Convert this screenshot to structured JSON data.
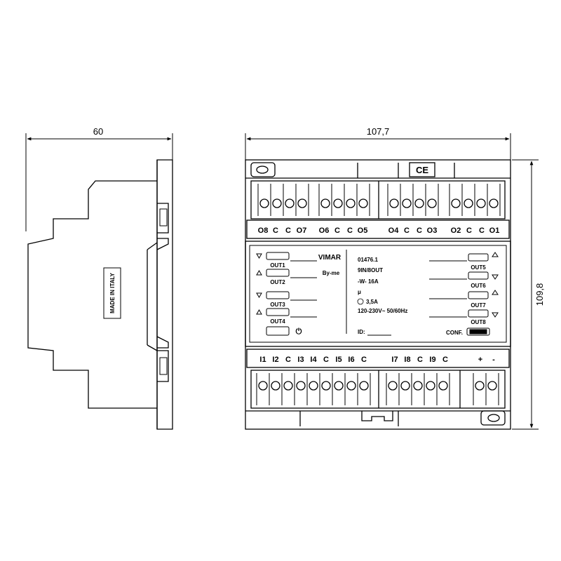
{
  "dimensions": {
    "side_width": "60",
    "front_width": "107,7",
    "front_height": "109,8"
  },
  "side_view": {
    "made_in_label": "MADE IN ITALY"
  },
  "top_terminal_labels": [
    "O8",
    "C",
    "C",
    "O7",
    "O6",
    "C",
    "C",
    "O5",
    "O4",
    "C",
    "C",
    "O3",
    "O2",
    "C",
    "C",
    "O1"
  ],
  "bottom_terminal_labels": [
    "I1",
    "I2",
    "C",
    "I3",
    "I4",
    "C",
    "I5",
    "I6",
    "C",
    "I7",
    "I8",
    "C",
    "I9",
    "C",
    "+",
    "-"
  ],
  "panel": {
    "brand": "VIMAR",
    "sub_brand": "By-me",
    "model": "01476.1",
    "description": "9IN/8OUT",
    "rating1": "16A",
    "micro": "μ",
    "rating2": "3,5A",
    "voltage": "120-230V~  50/60Hz",
    "id_label": "ID:",
    "conf_label": "CONF.",
    "ce_mark": "CE",
    "out_left": [
      "OUT1",
      "OUT2",
      "OUT3",
      "OUT4"
    ],
    "out_right": [
      "OUT5",
      "OUT6",
      "OUT7",
      "OUT8"
    ]
  }
}
